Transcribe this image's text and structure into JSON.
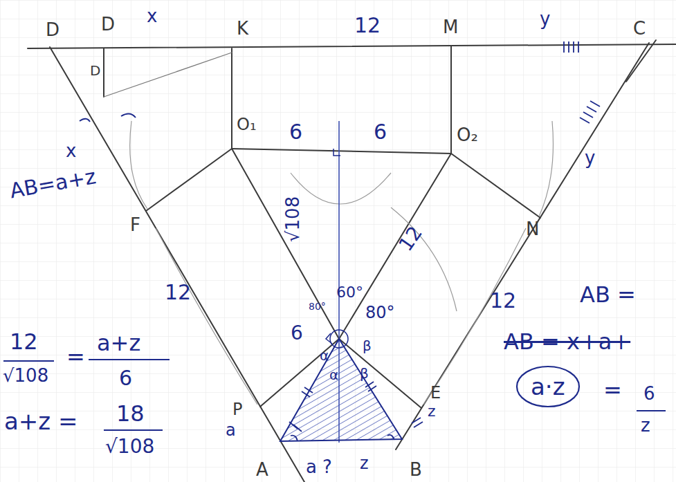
{
  "diagram": {
    "nodes": [
      {
        "text": [
          "a·z"
        ]
      }
    ],
    "labels": [
      "D",
      "D",
      "x",
      "K",
      "12",
      "M",
      "y",
      "C",
      "D",
      "x",
      "AB=a+z",
      "F",
      "O₁",
      "6",
      "6",
      "O₂",
      "√108",
      "12",
      "N",
      "y",
      "12",
      "60°",
      "80°",
      "80°",
      "6",
      "α",
      "α",
      "β",
      "β",
      "P",
      "a",
      "A",
      "a",
      "?",
      "z",
      "B",
      "E",
      "z",
      "12",
      "AB =",
      "AB = x+a+",
      "=",
      "6",
      "z",
      "12",
      "√108",
      "=",
      "a+z",
      "6",
      "a+z =",
      "18",
      "√108"
    ]
  }
}
